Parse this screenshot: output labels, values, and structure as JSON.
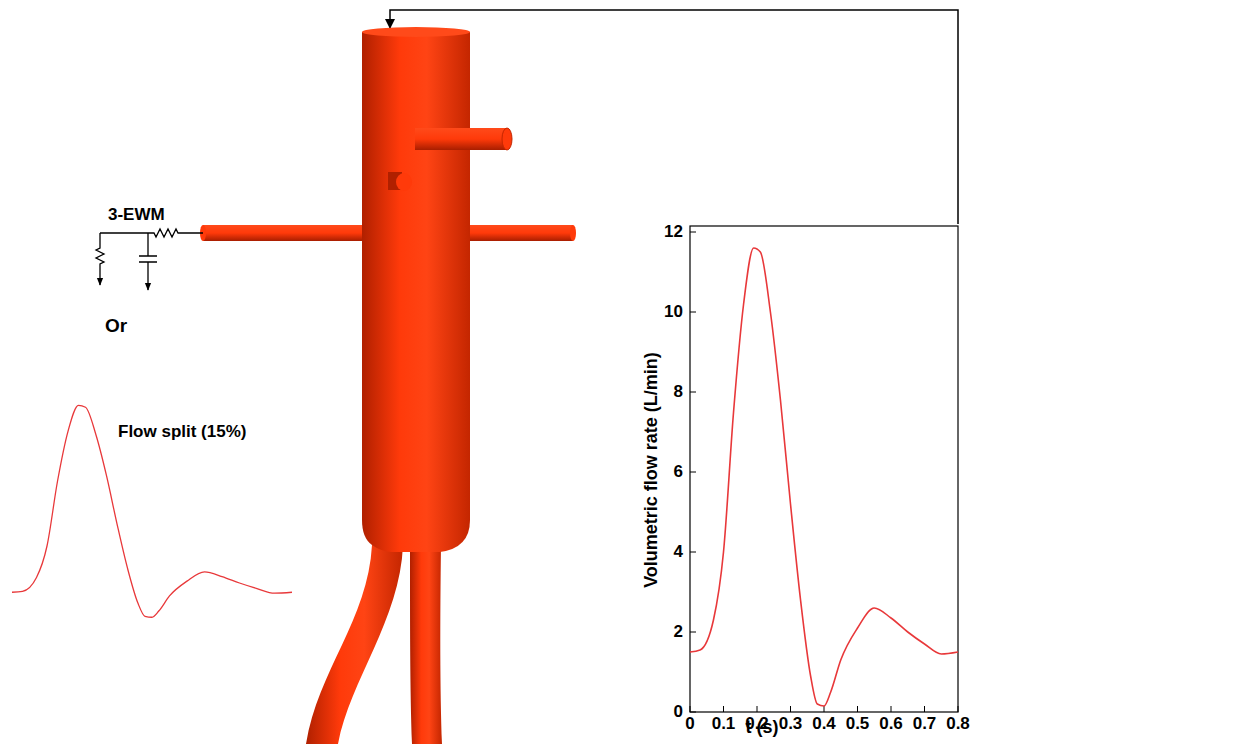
{
  "diagram": {
    "labels": [
      "3-EWM",
      "Or",
      "Flow split (15%)",
      "Volumetric flow rate (L/min)",
      "t (s)",
      "0",
      "2",
      "4",
      "6",
      "8",
      "10",
      "12",
      "0",
      "0.1",
      "0.2",
      "0.3",
      "0.4",
      "0.5",
      "0.6",
      "0.7",
      "0.8"
    ]
  }
}
